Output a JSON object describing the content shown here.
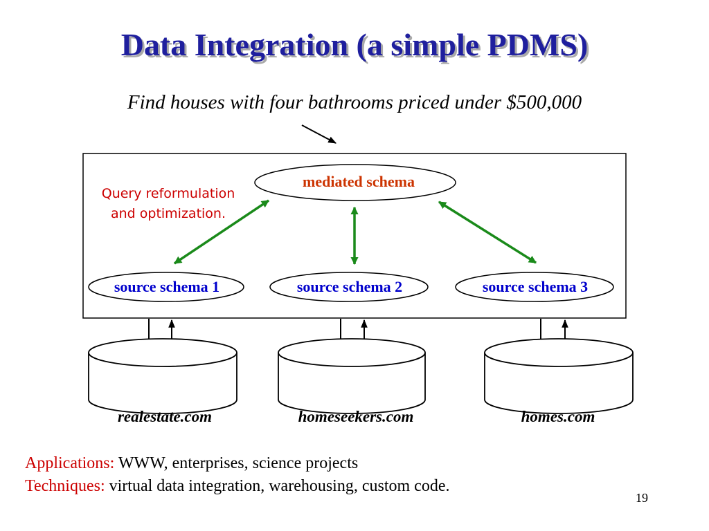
{
  "title": "Data Integration (a simple PDMS)",
  "query": "Find houses with four bathrooms priced under $500,000",
  "mediated_schema": "mediated schema",
  "query_reformulation": {
    "line1": "Query reformulation",
    "line2": "and optimization."
  },
  "sources": [
    {
      "schema": "source schema 1",
      "site": "realestate.com"
    },
    {
      "schema": "source schema 2",
      "site": "homeseekers.com"
    },
    {
      "schema": "source schema 3",
      "site": "homes.com"
    }
  ],
  "bottom": {
    "applications_label": "Applications:",
    "applications_text": " WWW, enterprises, science projects",
    "techniques_label": "Techniques:",
    "techniques_text": " virtual data integration, warehousing, custom code."
  },
  "page_number": "19",
  "colors": {
    "title": "#1f1f9e",
    "mediated_schema_text": "#cc3300",
    "source_schema_text": "#0000cc",
    "arrows": "#1a8a1a",
    "label_red": "#cc0000"
  }
}
